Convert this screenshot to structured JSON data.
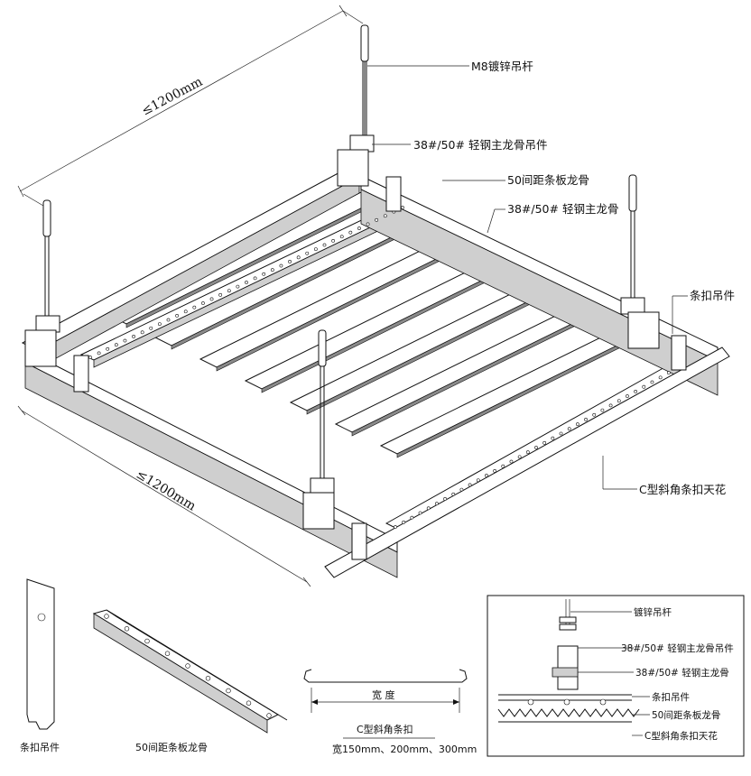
{
  "labels": {
    "rod": "M8镀锌吊杆",
    "main_hanger": "38#/50# 轻钢主龙骨吊件",
    "carrier_50": "50间距条板龙骨",
    "main_keel": "38#/50# 轻钢主龙骨",
    "clip_hanger": "条扣吊件",
    "ceiling": "C型斜角条扣天花"
  },
  "dimensions": {
    "top": "≤1200mm",
    "bottom": "≤1200mm"
  },
  "parts": {
    "clip_hanger": "条扣吊件",
    "carrier": "50间距条板龙骨",
    "profile_width": "宽 度",
    "profile_name": "C型斜角条扣",
    "profile_sizes": "宽150mm、200mm、300mm"
  },
  "section": {
    "rod": "镀锌吊杆",
    "main_hanger": "38#/50# 轻钢主龙骨吊件",
    "main_keel": "38#/50# 轻钢主龙骨",
    "clip_hanger": "条扣吊件",
    "carrier": "50间距条板龙骨",
    "ceiling": "C型斜角条扣天花"
  }
}
